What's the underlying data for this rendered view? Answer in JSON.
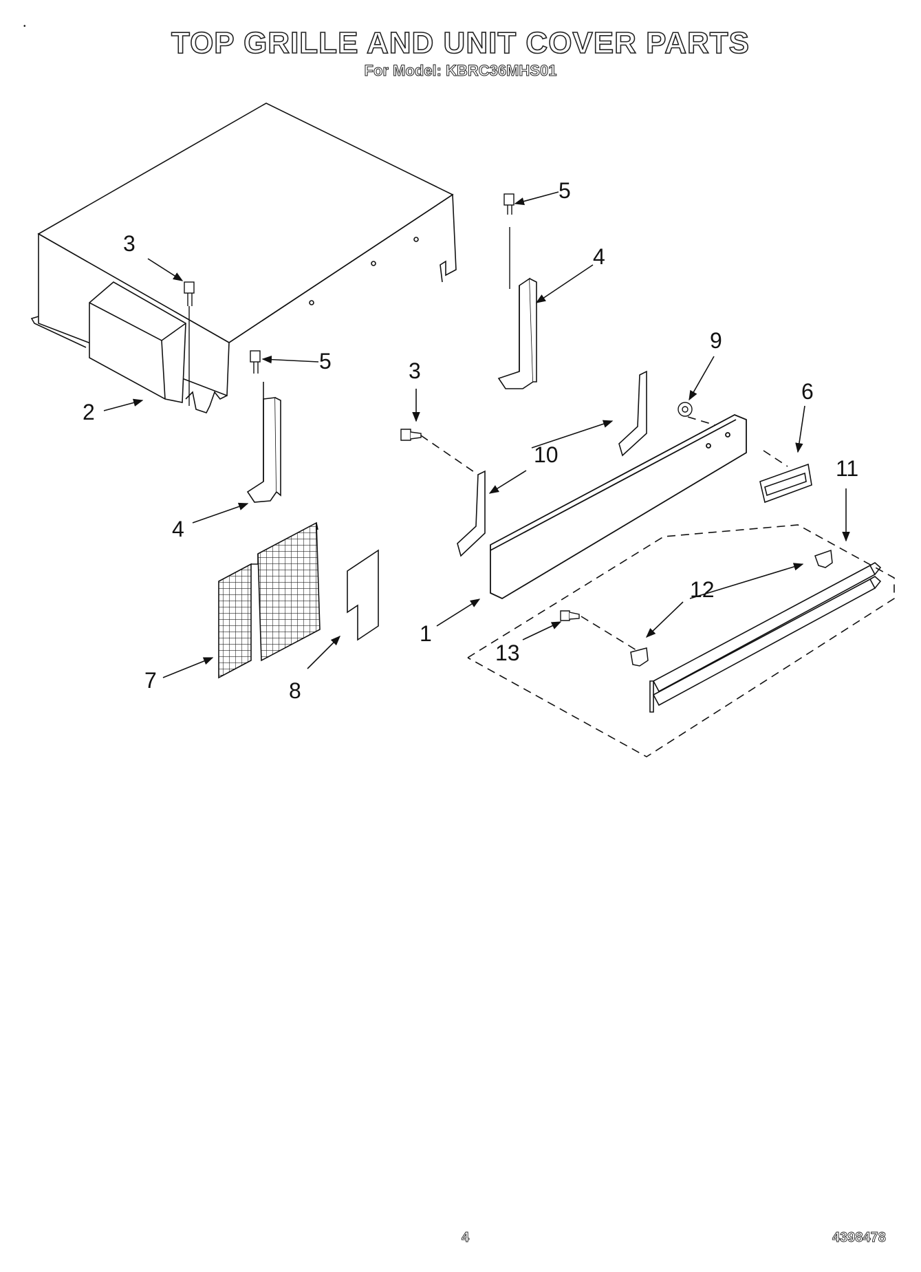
{
  "header": {
    "title": "TOP GRILLE AND UNIT COVER PARTS",
    "subtitle": "For Model: KBRC36MHS01"
  },
  "callouts": [
    "1",
    "2",
    "3",
    "3",
    "4",
    "4",
    "5",
    "5",
    "6",
    "7",
    "8",
    "9",
    "10",
    "11",
    "12",
    "13"
  ],
  "footer": {
    "page_number": "4",
    "doc_number": "4398478"
  }
}
